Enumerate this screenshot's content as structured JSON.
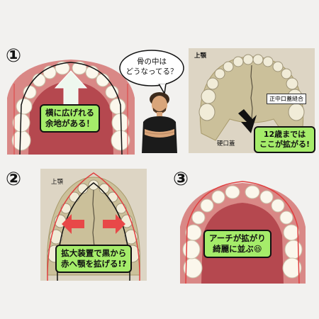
{
  "sections": [
    {
      "number": "①",
      "label_line1": "横に広げれる",
      "label_line2": "余地がある！"
    },
    {
      "number": "②",
      "title": "上顎",
      "label_line1": "拡大装置で黒から",
      "label_line2": "赤へ顎を拡げる!?"
    },
    {
      "number": "③",
      "label_line1": "アーチが拡がり",
      "label_line2": "綺麗に並ぶ",
      "emoji": "😆"
    }
  ],
  "speech": {
    "line1": "骨の中は",
    "line2": "どうなってる？"
  },
  "skull": {
    "title": "上顎",
    "suture_label": "正中口蓋縫合",
    "palate_label": "硬口蓋",
    "note_line1": "12歳までは",
    "note_line2": "ここが拡がる!"
  },
  "colors": {
    "accent_green": "#a5ec6a",
    "arch_red": "#e04040",
    "gum_pink": "#d98886",
    "palate_red": "#b5484f"
  }
}
